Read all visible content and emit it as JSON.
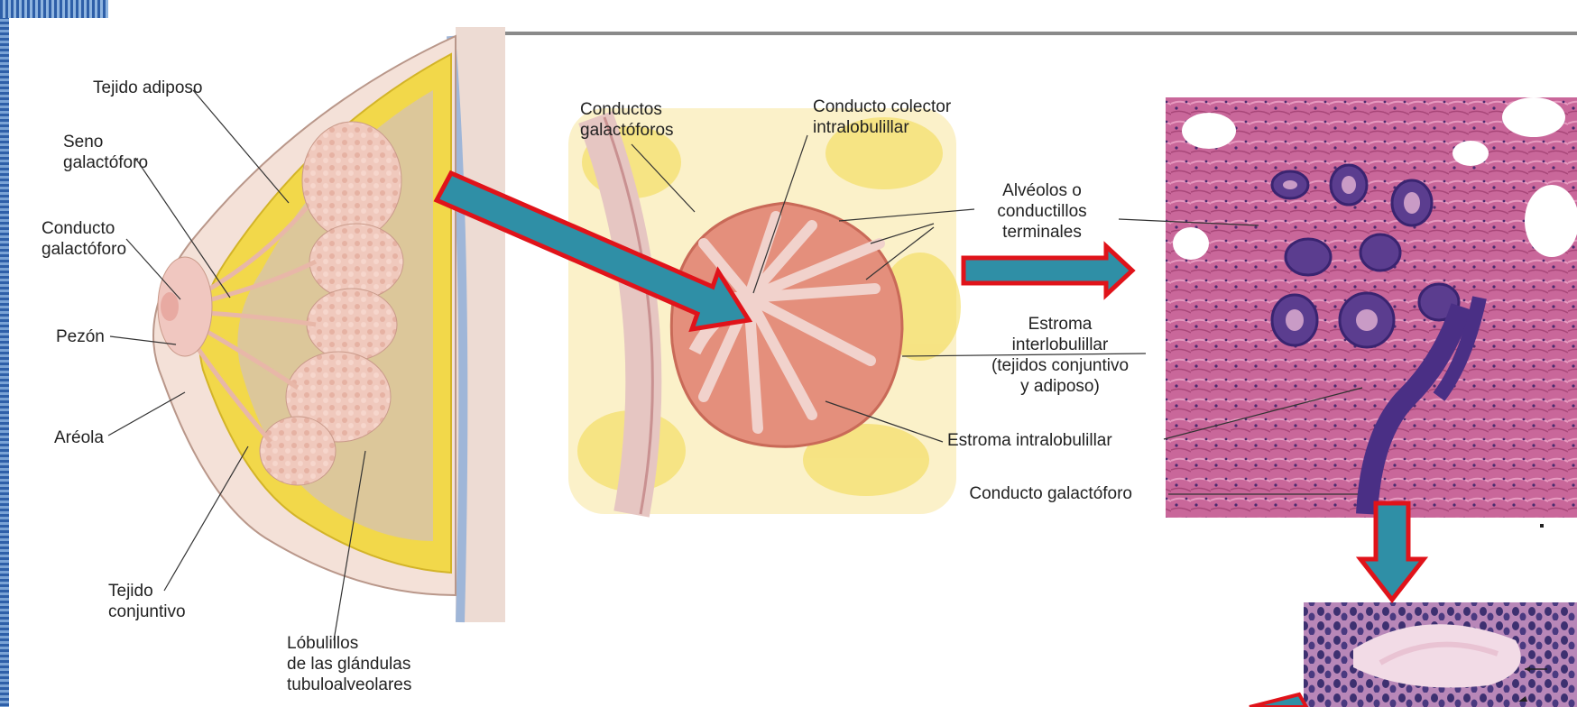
{
  "overview_labels": {
    "adipose": "Tejido adiposo",
    "sinus": "Seno\ngalactóforo",
    "duct": "Conducto\ngalactóforo",
    "nipple": "Pezón",
    "areola": "Aréola",
    "connective": "Tejido\nconjuntivo",
    "lobules": "Lóbulillos\nde las glándulas\ntubuloalveolares"
  },
  "lobule_labels": {
    "ducts": "Conductos\ngalactóforos",
    "collector": "Conducto colector\nintralobulillar",
    "alveoli": "Alvéolos o\nconductillos\nterminales",
    "interlobular": "Estroma\ninterlobulillar\n(tejidos conjuntivo\ny adiposo)",
    "intralobular": "Estroma intralobulillar",
    "duct": "Conducto galactóforo"
  },
  "colors": {
    "arrow_fill": "#2f8fa6",
    "arrow_stroke": "#e0131a",
    "adipose": "#f2d84a",
    "gland": "#eec2b4",
    "histology": "#c65a8c"
  }
}
